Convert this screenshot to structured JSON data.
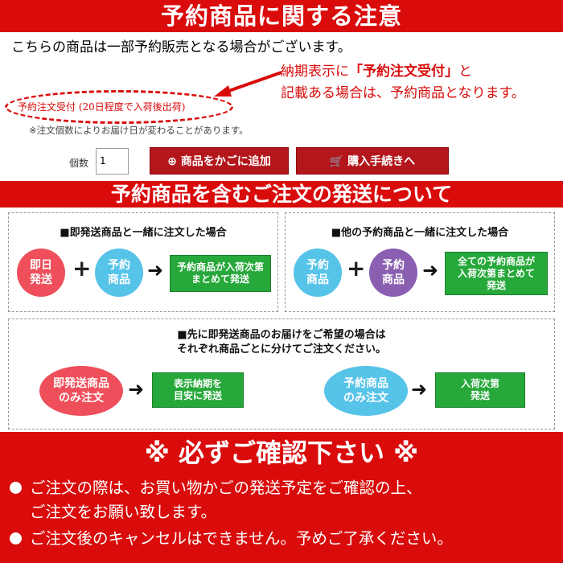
{
  "header": {
    "title": "予約商品に関する注意"
  },
  "intro": {
    "text": "こちらの商品は一部予約販売となる場合がございます。"
  },
  "callout": {
    "line1_prefix": "納期表示に",
    "line1_highlight": "「予約注文受付」",
    "line1_suffix": "と",
    "line2": "記載ある場合は、予約商品となります。"
  },
  "reserve_label": "予約注文受付 (20日程度で入荷後出荷)",
  "notice": "※注文個数によりお届け日が変わることがあります。",
  "quantity": {
    "label": "個数",
    "value": "1"
  },
  "buttons": {
    "cart": "⊕ 商品をかごに追加",
    "buy": "購入手続きへ"
  },
  "section2": {
    "title": "予約商品を含むご注文の発送について"
  },
  "panel_a": {
    "title": "■即発送商品と一緒に注文した場合",
    "circle1": "即日\n発送",
    "circle2": "予約\n商品",
    "result": "予約商品が入荷次第\nまとめて発送"
  },
  "panel_b": {
    "title": "■他の予約商品と一緒に注文した場合",
    "circle1": "予約\n商品",
    "circle2": "予約\n商品",
    "result": "全ての予約商品が\n入荷次第まとめて\n発送"
  },
  "panel_c": {
    "title_line1": "■先に即発送商品のお届けをご希望の場合は",
    "title_line2": "それぞれ商品ごとに分けてご注文ください。",
    "left_circle": "即発送商品\nのみ注文",
    "left_result": "表示納期を\n目安に発送",
    "right_circle": "予約商品\nのみ注文",
    "right_result": "入荷次第\n発送"
  },
  "footer": {
    "heading": "※ 必ずご確認下さい ※",
    "item1_line1": "ご注文の際は、お買い物かごの発送予定をご確認の上、",
    "item1_line2": "ご注文をお願い致します。",
    "item2": "ご注文後のキャンセルはできません。予めご了承ください。"
  },
  "colors": {
    "red": "#d90b0b",
    "green": "#26a83a",
    "pink": "#ee4f5a",
    "blue": "#56c3e8",
    "purple": "#8a5fb1"
  }
}
